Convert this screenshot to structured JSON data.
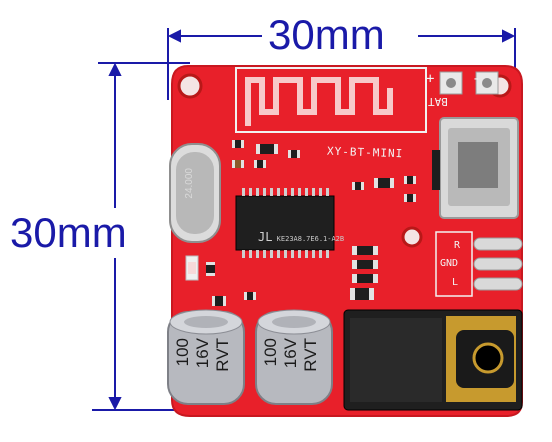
{
  "dimensions": {
    "width_label": "30mm",
    "height_label": "30mm",
    "color": "#1a1aa8"
  },
  "board": {
    "color": "#e8202a",
    "silkscreen_model": "XY-BT-MINI",
    "battery_label": "BAT",
    "battery_plus": "+",
    "battery_minus": "-",
    "crystal_marking": "24.000",
    "chip_marking": "JL",
    "chip_code": "KE23A8.7E6.1-A2B",
    "output_labels": [
      "R",
      "GND",
      "L"
    ],
    "capacitors": [
      {
        "lines": [
          "100",
          "16V",
          "RVT"
        ]
      },
      {
        "lines": [
          "100",
          "16V",
          "RVT"
        ]
      }
    ]
  }
}
